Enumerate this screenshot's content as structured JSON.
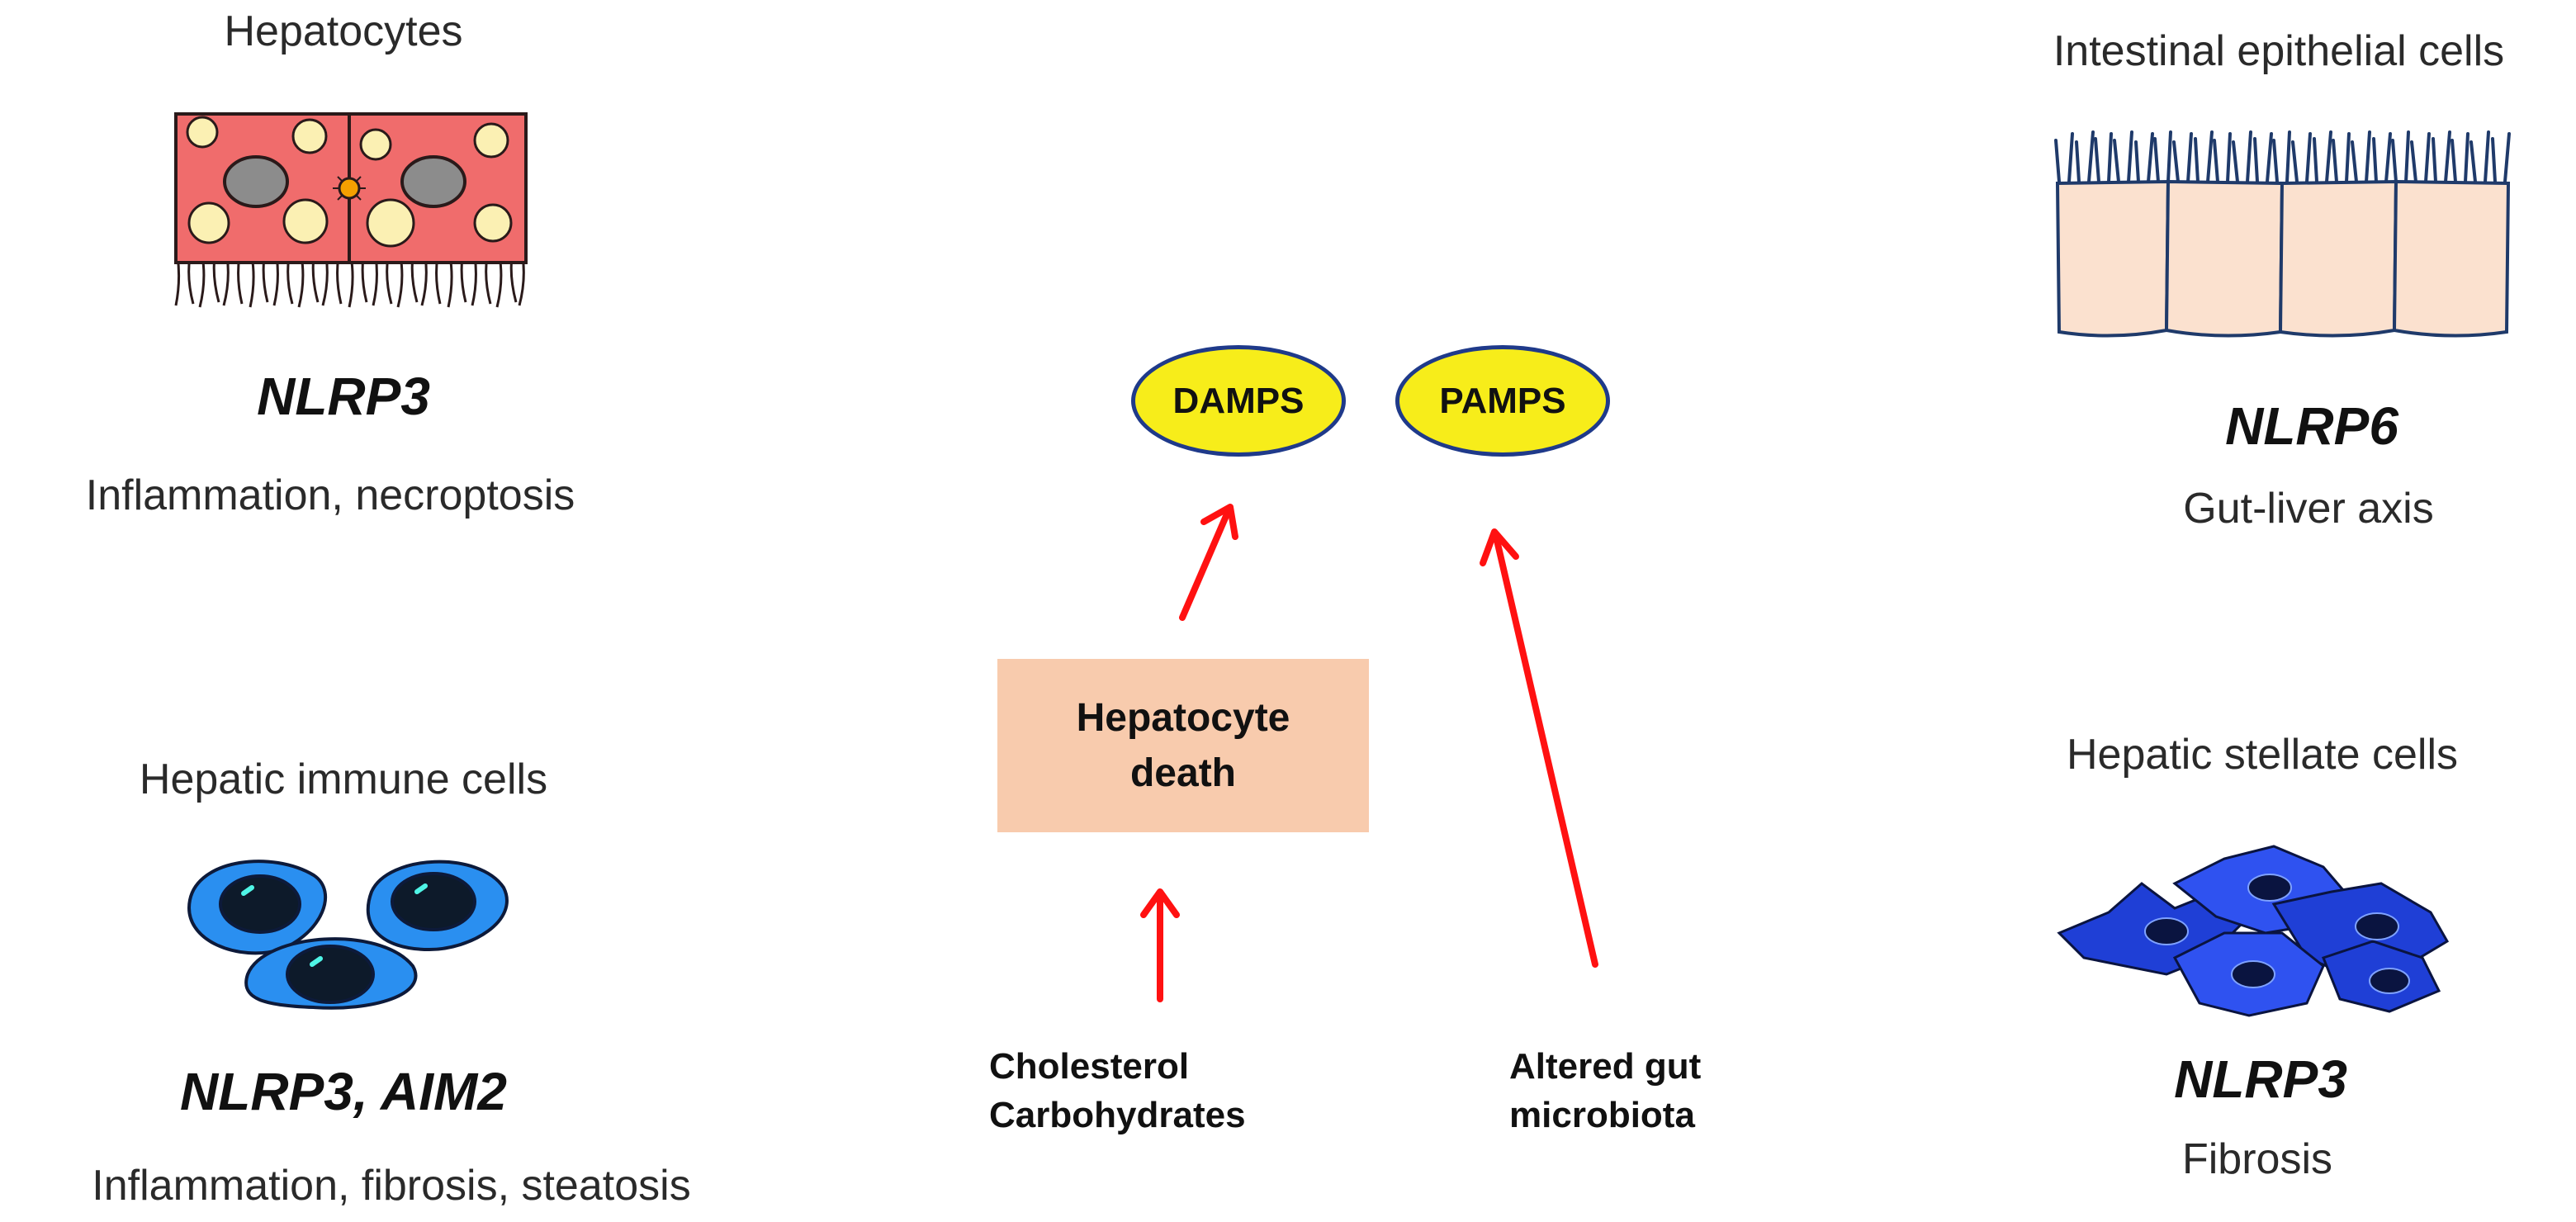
{
  "panels": {
    "hepatocytes": {
      "title": "Hepatocytes",
      "gene": "NLRP3",
      "description": "Inflammation, necroptosis",
      "icon": "hepatocyte-cells-icon"
    },
    "immune": {
      "title": "Hepatic immune cells",
      "gene": "NLRP3, AIM2",
      "description": "Inflammation, fibrosis, steatosis",
      "icon": "immune-cells-icon"
    },
    "intestinal": {
      "title": "Intestinal epithelial cells",
      "gene": "NLRP6",
      "description": "Gut-liver axis",
      "icon": "intestinal-epithelium-icon"
    },
    "stellate": {
      "title": "Hepatic stellate cells",
      "gene": "NLRP3",
      "description": "Fibrosis",
      "icon": "stellate-cells-icon"
    }
  },
  "center": {
    "damps": "DAMPS",
    "pamps": "PAMPS",
    "hepatocyte_death": [
      "Hepatocyte",
      "death"
    ],
    "inputs": {
      "diet": [
        "Cholesterol",
        "Carbohydrates"
      ],
      "microbiota": [
        "Altered gut",
        "microbiota"
      ]
    }
  },
  "colors": {
    "arrow": "#ff1111",
    "oval_fill": "#f7ed1a",
    "oval_border": "#1f3a8a",
    "death_box": "#f8cbad",
    "hepatocyte": "#f06c6c",
    "immune_cell": "#2a8ff0",
    "epithelium": "#fbe1cf",
    "stellate": "#1f3fd6"
  }
}
